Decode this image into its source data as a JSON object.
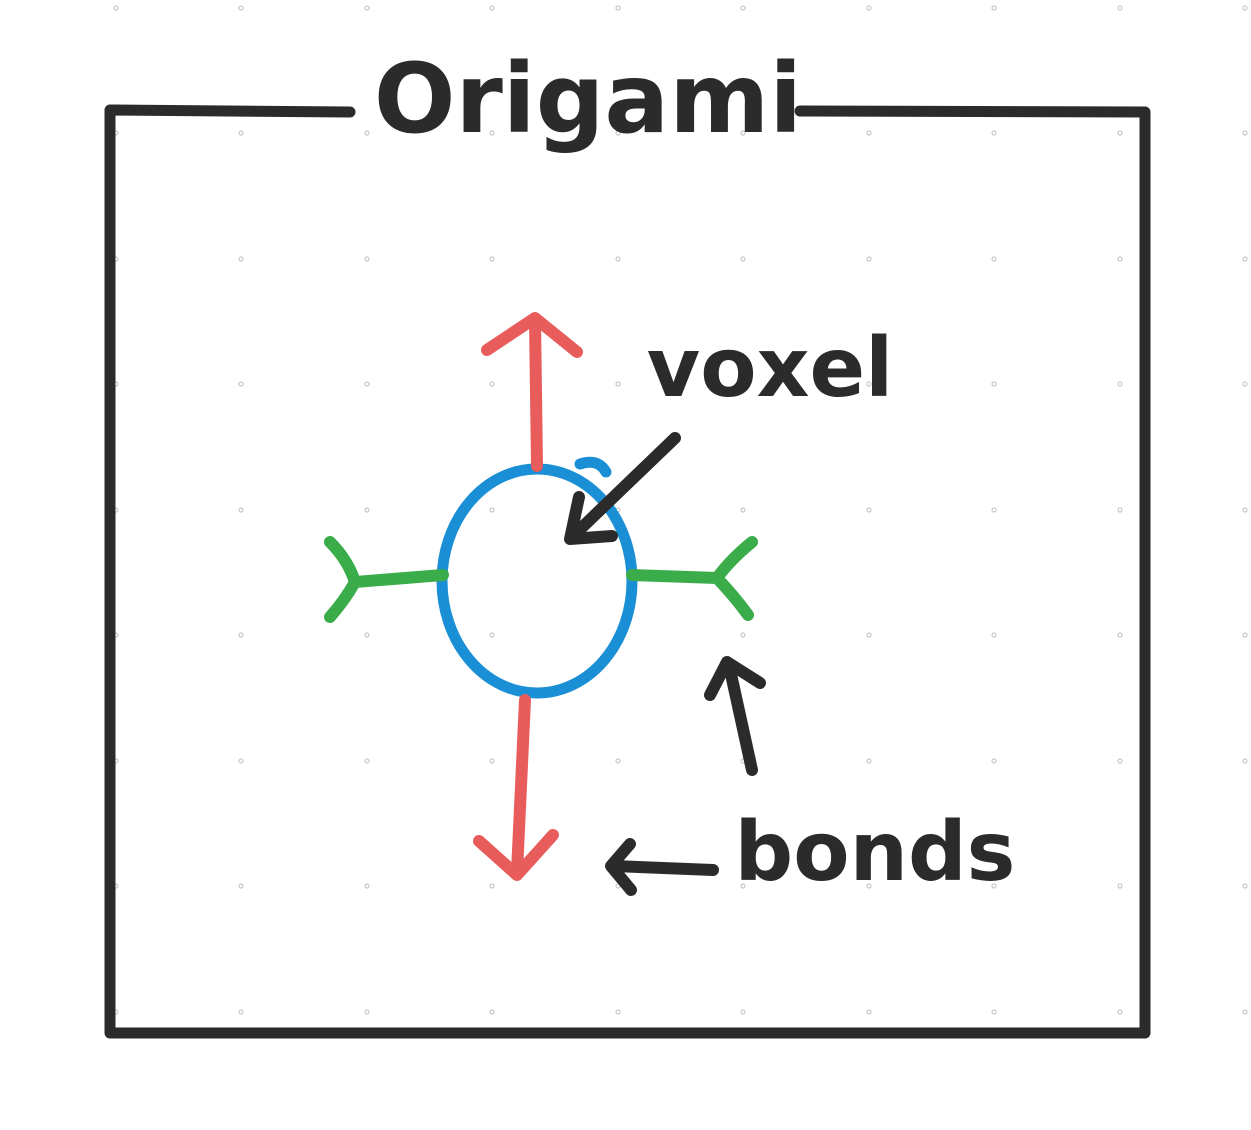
{
  "diagram": {
    "title": "Origami",
    "labels": {
      "voxel": "voxel",
      "bonds": "bonds"
    },
    "colors": {
      "ink": "#2b2b2b",
      "voxel_outline": "#1a8fd6",
      "vertical_bonds": "#e85c5c",
      "horizontal_bonds": "#3aad4a",
      "grid_dots": "#c8c8c8",
      "background": "#ffffff"
    },
    "nodes": [
      {
        "id": "voxel",
        "shape": "circle"
      }
    ],
    "bonds": [
      {
        "direction": "up",
        "style": "arrow",
        "color": "red"
      },
      {
        "direction": "down",
        "style": "arrow",
        "color": "red"
      },
      {
        "direction": "left",
        "style": "fork",
        "color": "green"
      },
      {
        "direction": "right",
        "style": "fork",
        "color": "green"
      }
    ]
  }
}
